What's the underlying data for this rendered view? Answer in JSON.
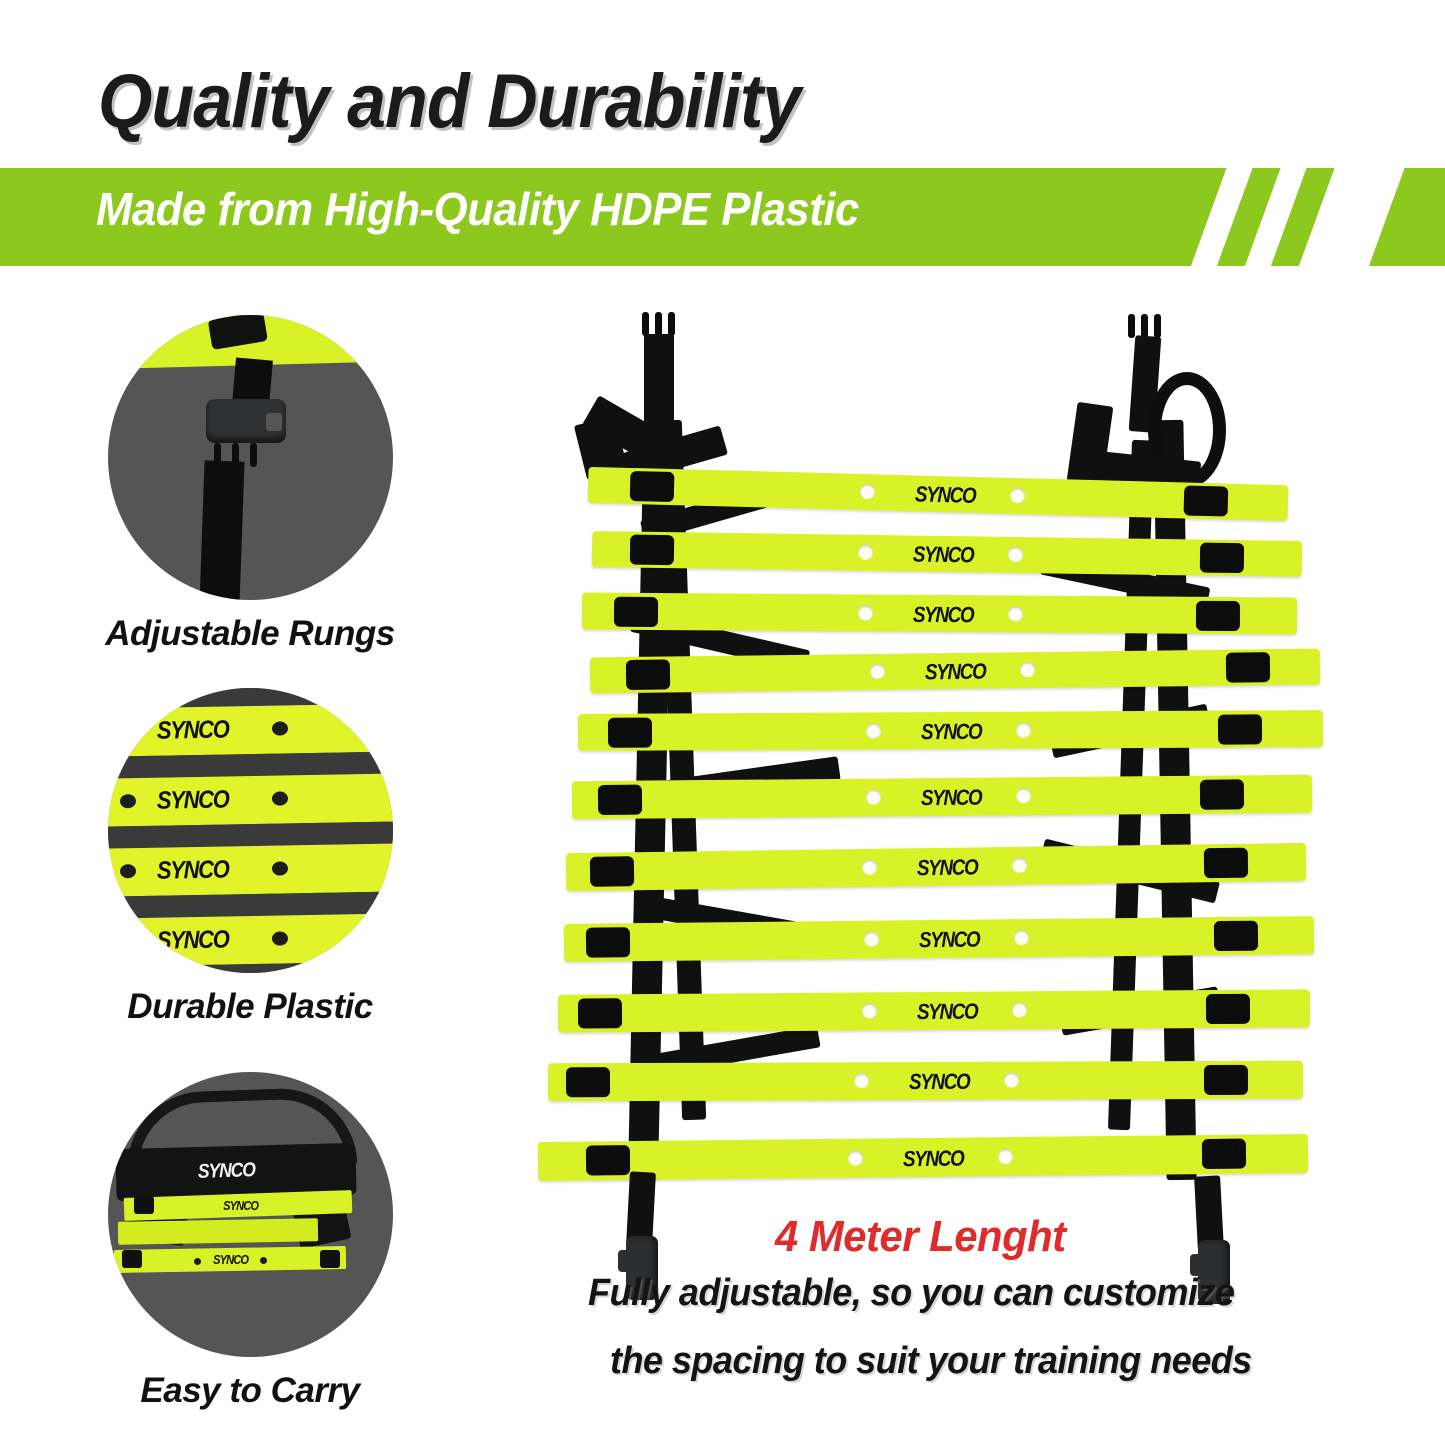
{
  "header": {
    "title": "Quality and Durability",
    "banner_text": "Made from High-Quality HDPE Plastic",
    "banner_color": "#8CC81E",
    "title_color": "#1b1b1b"
  },
  "features": [
    {
      "label": "Adjustable Rungs",
      "icon": "buckle-closeup-icon"
    },
    {
      "label": "Durable Plastic",
      "icon": "rungs-closeup-icon"
    },
    {
      "label": "Easy to Carry",
      "icon": "carry-bag-icon"
    }
  ],
  "product": {
    "brand": "SYNCO",
    "rung_color": "#d9f227",
    "strap_color": "#101010",
    "rung_count": 11,
    "rungs": [
      {
        "logo": "SYNCO"
      },
      {
        "logo": "SYNCO"
      },
      {
        "logo": "SYNCO"
      },
      {
        "logo": "SYNCO"
      },
      {
        "logo": "SYNCO"
      },
      {
        "logo": "SYNCO"
      },
      {
        "logo": "SYNCO"
      },
      {
        "logo": "SYNCO"
      },
      {
        "logo": "SYNCO"
      },
      {
        "logo": "SYNCO"
      },
      {
        "logo": "SYNCO"
      }
    ]
  },
  "detail_circles": {
    "durable_plastic_logos": [
      "SYNCO",
      "SYNCO",
      "SYNCO",
      "SYNCO"
    ],
    "carry_bag_logo": "SYNCO",
    "carry_bag_rung_logos": [
      "SYNCO",
      "SYNCO"
    ]
  },
  "callout": {
    "headline": "4 Meter Lenght",
    "headline_color": "#E02B2B",
    "line1": "Fully adjustable, so you can customize",
    "line2": "the spacing to suit your training needs"
  }
}
